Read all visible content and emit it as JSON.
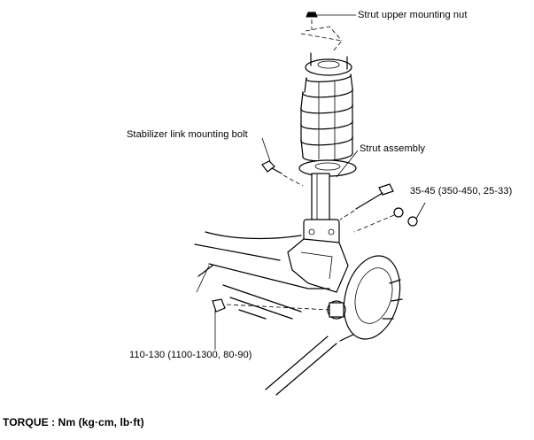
{
  "labels": {
    "strut_upper_mounting_nut": "Strut upper mounting nut",
    "stabilizer_link_mounting_bolt": "Stabilizer link mounting bolt",
    "strut_assembly": "Strut assembly",
    "torque_strut_lower": "35-45 (350-450, 25-33)",
    "torque_hub": "110-130 (1100-1300, 80-90)",
    "torque_units": "TORQUE : Nm (kg·cm, lb·ft)"
  }
}
